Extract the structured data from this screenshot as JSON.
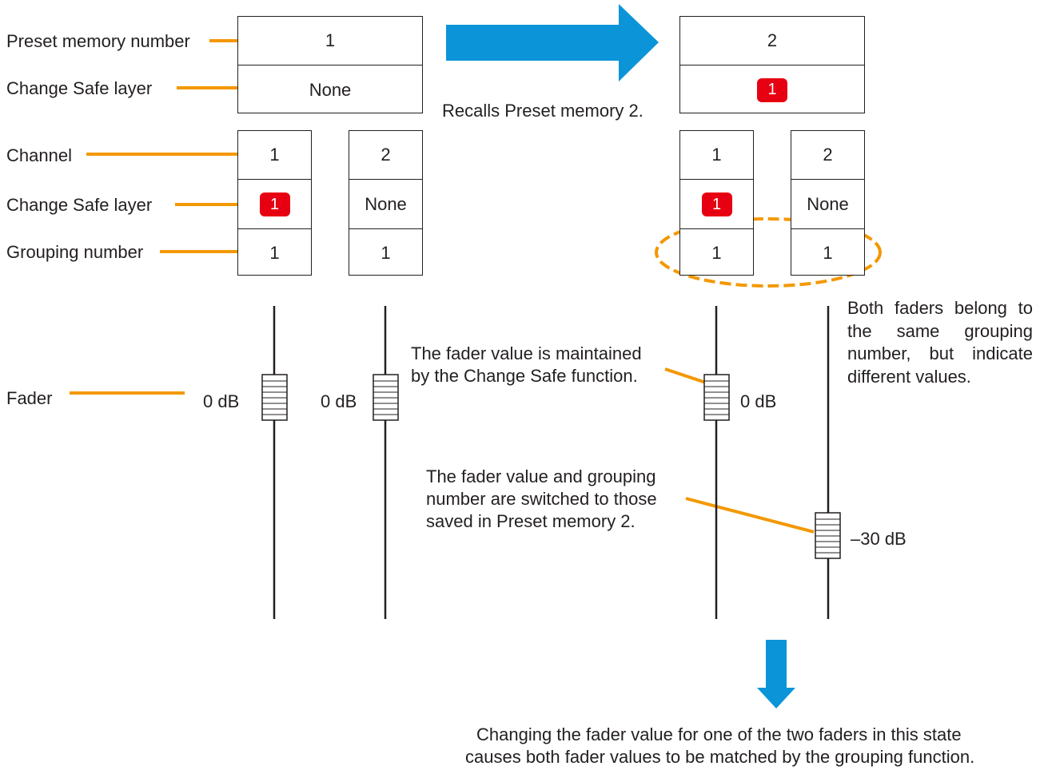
{
  "labels": {
    "preset_memory_number": "Preset memory number",
    "change_safe_layer_preset": "Change Safe layer",
    "channel": "Channel",
    "change_safe_layer_channel": "Change Safe layer",
    "grouping_number": "Grouping number",
    "fader": "Fader"
  },
  "before": {
    "preset_number": "1",
    "preset_change_safe": "None",
    "channels": [
      {
        "channel": "1",
        "change_safe": "1",
        "change_safe_is_badge": true,
        "grouping": "1",
        "fader": "0 dB"
      },
      {
        "channel": "2",
        "change_safe": "None",
        "change_safe_is_badge": false,
        "grouping": "1",
        "fader": "0 dB"
      }
    ]
  },
  "after": {
    "preset_number": "2",
    "preset_change_safe": "1",
    "channels": [
      {
        "channel": "1",
        "change_safe": "1",
        "change_safe_is_badge": true,
        "grouping": "1",
        "fader": "0 dB"
      },
      {
        "channel": "2",
        "change_safe": "None",
        "change_safe_is_badge": false,
        "grouping": "1",
        "fader": "–30 dB"
      }
    ]
  },
  "annotations": {
    "recall": "Recalls Preset memory 2.",
    "maintained_line1": "The fader value is maintained",
    "maintained_line2": "by the Change Safe function.",
    "switched_line1": "The fader value and grouping",
    "switched_line2": "number are switched to those",
    "switched_line3": "saved in Preset memory 2.",
    "both_line1": "Both faders belong to",
    "both_line2": "the same grouping",
    "both_line3": "number, but indicate",
    "both_line4": "different values.",
    "bottom_line1": "Changing the fader value for one of the two faders in this state",
    "bottom_line2": "causes both fader values to be matched by the grouping function."
  },
  "colors": {
    "leader": "#f39800",
    "arrow": "#0b95d8",
    "badge": "#e60012",
    "line": "#231f20"
  }
}
